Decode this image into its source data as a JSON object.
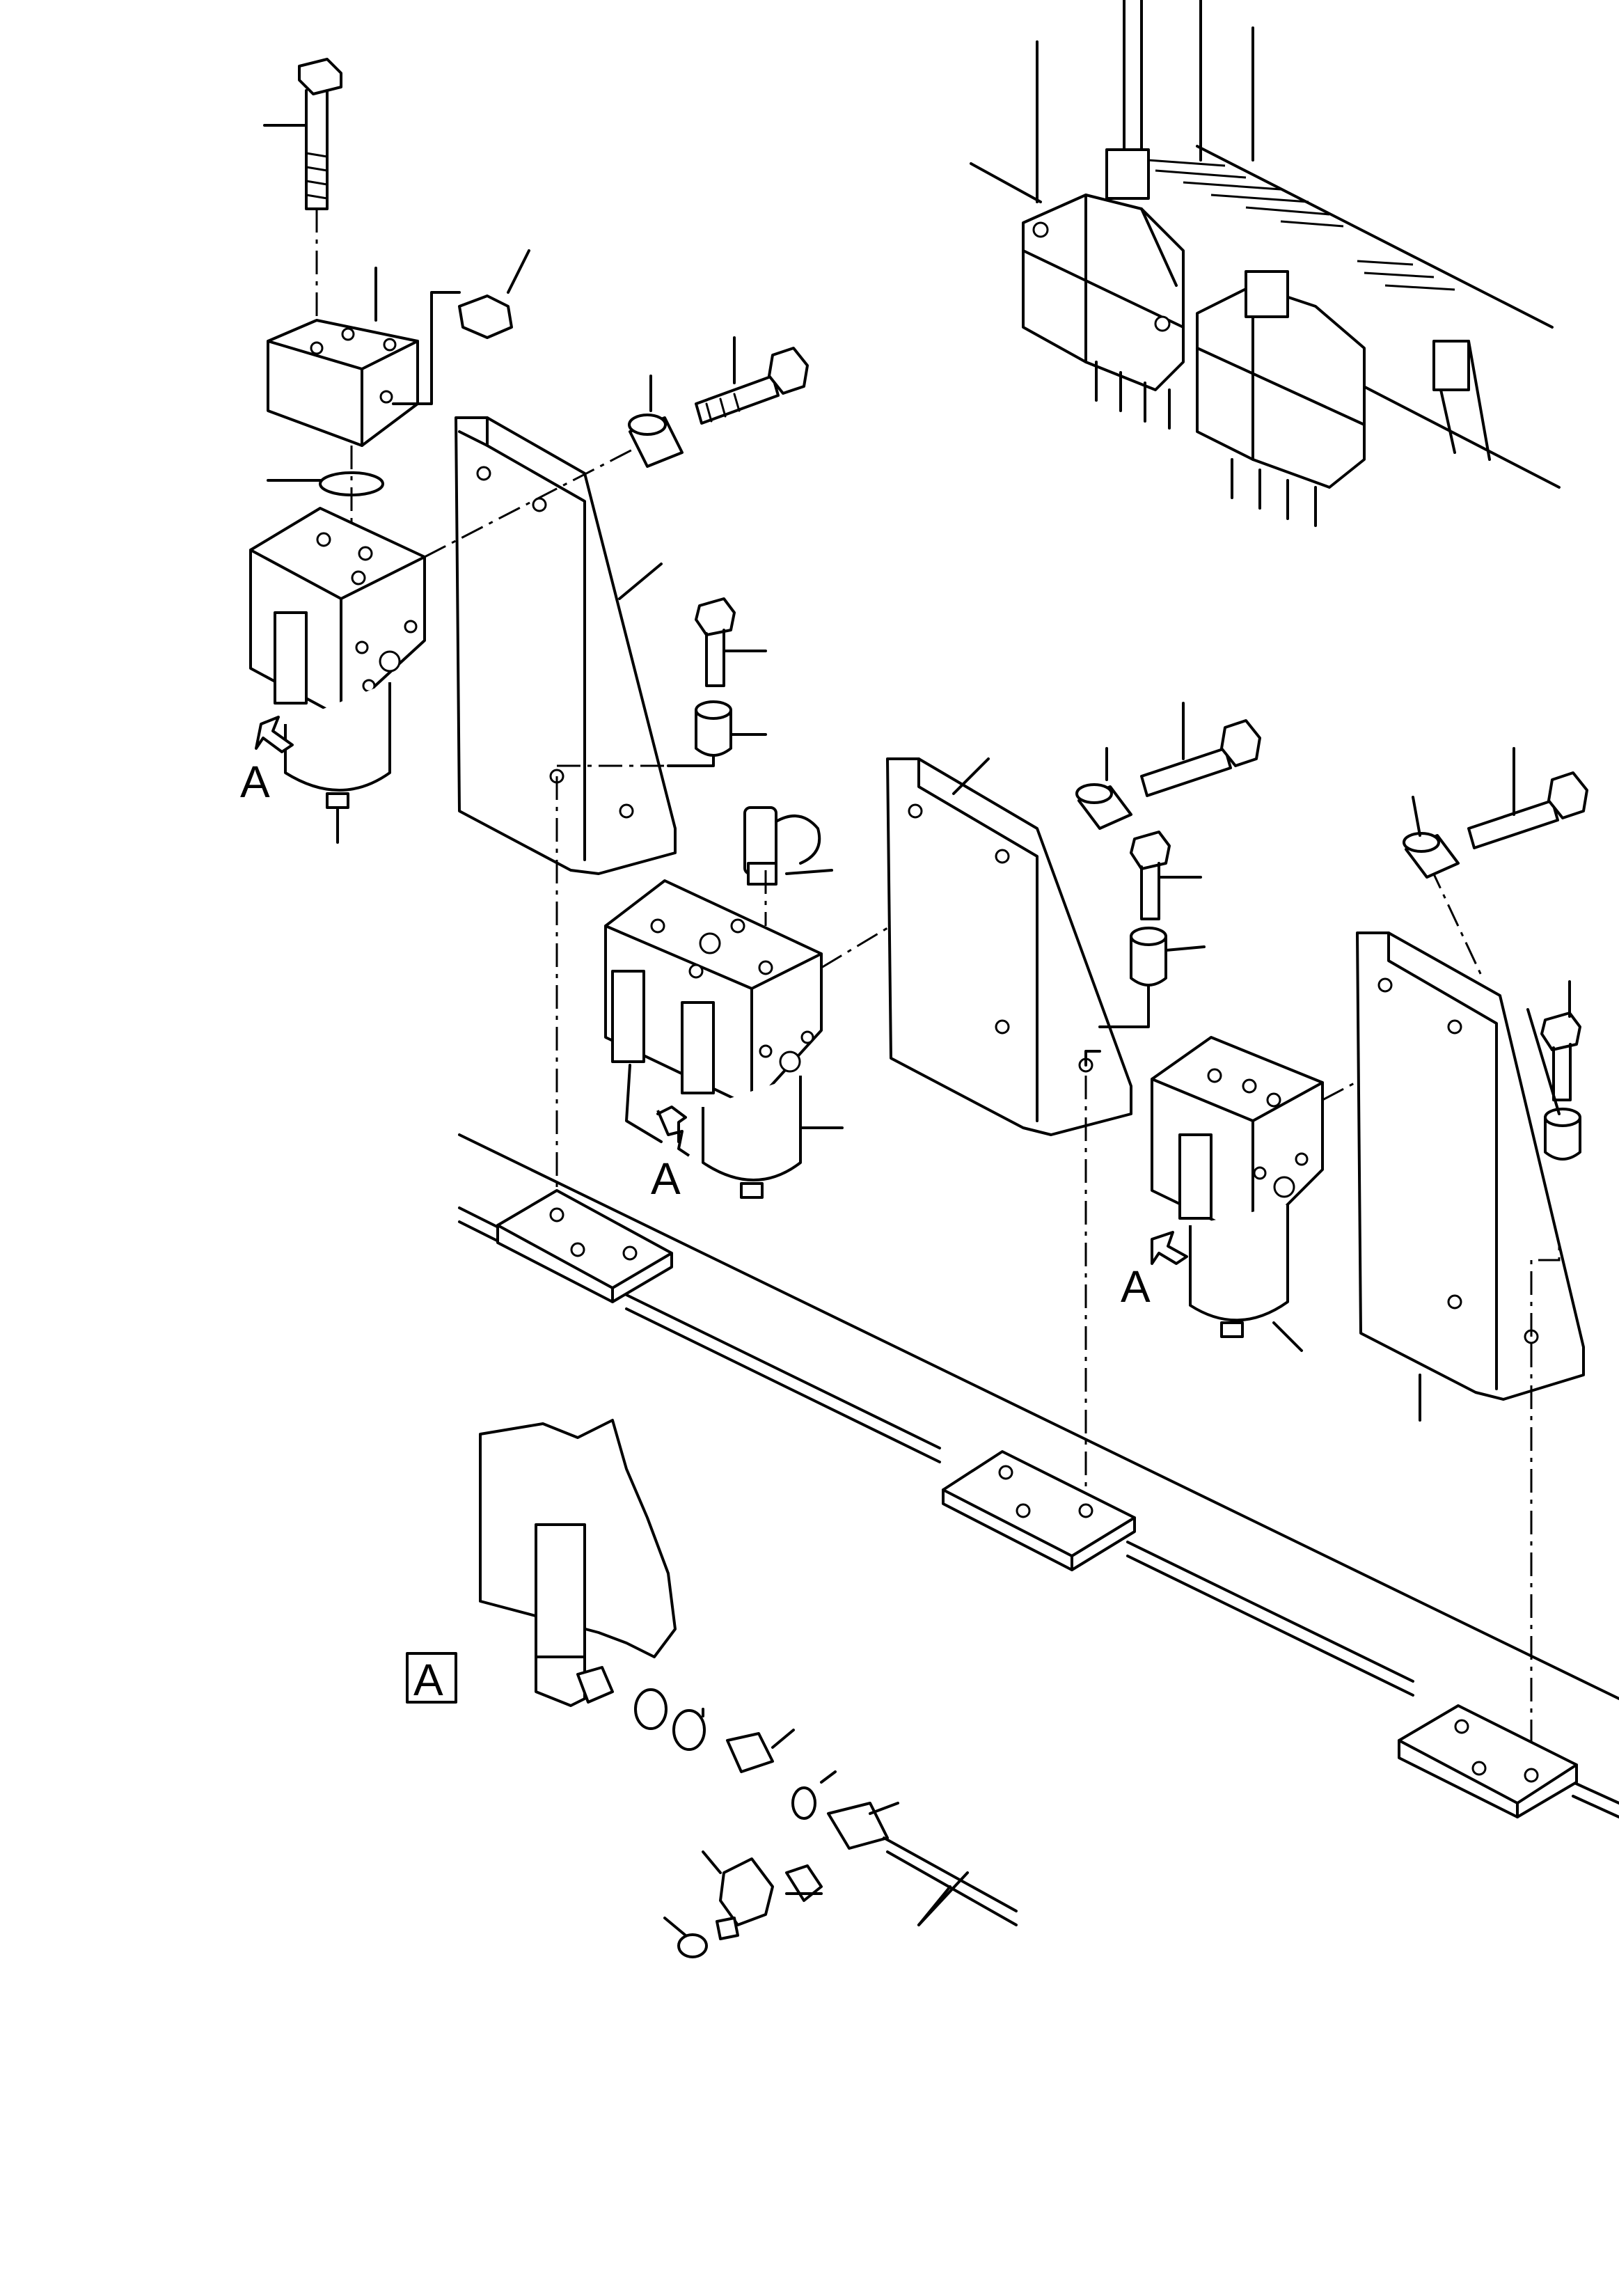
{
  "diagram": {
    "callouts": {
      "view_a_label_1": "A",
      "view_a_label_2": "A",
      "view_a_label_3": "A",
      "detail_view_label": "A"
    }
  }
}
